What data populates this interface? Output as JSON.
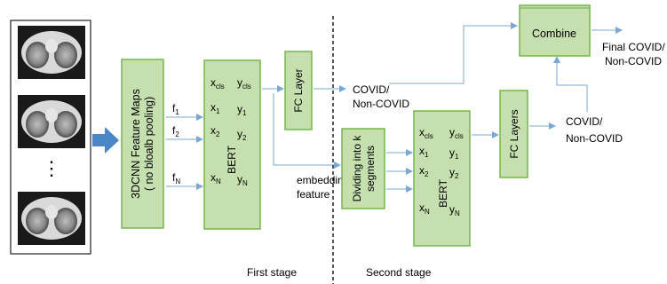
{
  "inputs": {
    "ellipsis": "⋮"
  },
  "feature_block": {
    "line1": "3DCNN Feature Maps",
    "line2": "( no bloalb pooling)"
  },
  "features": {
    "f1": "f",
    "f1_sub": "1",
    "f2": "f",
    "f2_sub": "2",
    "fN": "f",
    "fN_sub": "N"
  },
  "bert1": {
    "label": "BERT",
    "xcls": "x",
    "xcls_sub": "cls",
    "ycls": "y",
    "ycls_sub": "cls",
    "x1": "x",
    "x1_sub": "1",
    "y1": "y",
    "y1_sub": "1",
    "x2": "x",
    "x2_sub": "2",
    "y2": "y",
    "y2_sub": "2",
    "xN": "x",
    "xN_sub": "N",
    "yN": "y",
    "yN_sub": "N"
  },
  "fc_layer": {
    "label": "FC Layer"
  },
  "covid_out1": {
    "line1": "COVID/",
    "line2": "Non-COVID"
  },
  "embedding": {
    "line1": "embedding",
    "line2": "feature"
  },
  "dividing": {
    "line1": "Dividing into k",
    "line2": "segments"
  },
  "bert2": {
    "label": "BERT",
    "xcls": "x",
    "xcls_sub": "cls",
    "ycls": "y",
    "ycls_sub": "cls",
    "x1": "x",
    "x1_sub": "1",
    "y1": "y",
    "y1_sub": "1",
    "x2": "x",
    "x2_sub": "2",
    "y2": "y",
    "y2_sub": "2",
    "xN": "x",
    "xN_sub": "N",
    "yN": "y",
    "yN_sub": "N"
  },
  "fc_layers": {
    "label": "FC Layers"
  },
  "covid_out2": {
    "line1": "COVID/",
    "line2": "Non-COVID"
  },
  "combine": {
    "label": "Combine"
  },
  "final_out": {
    "line1": "Final COVID/",
    "line2": "Non-COVID"
  },
  "stages": {
    "first": "First stage",
    "second": "Second stage"
  },
  "colors": {
    "box_fill": "#c5dfae",
    "box_stroke": "#6cb33f",
    "arrow": "#7aa7d6",
    "big_arrow": "#4a86c8"
  },
  "icons": [
    "ct-scan-image",
    "right-arrow-icon"
  ]
}
